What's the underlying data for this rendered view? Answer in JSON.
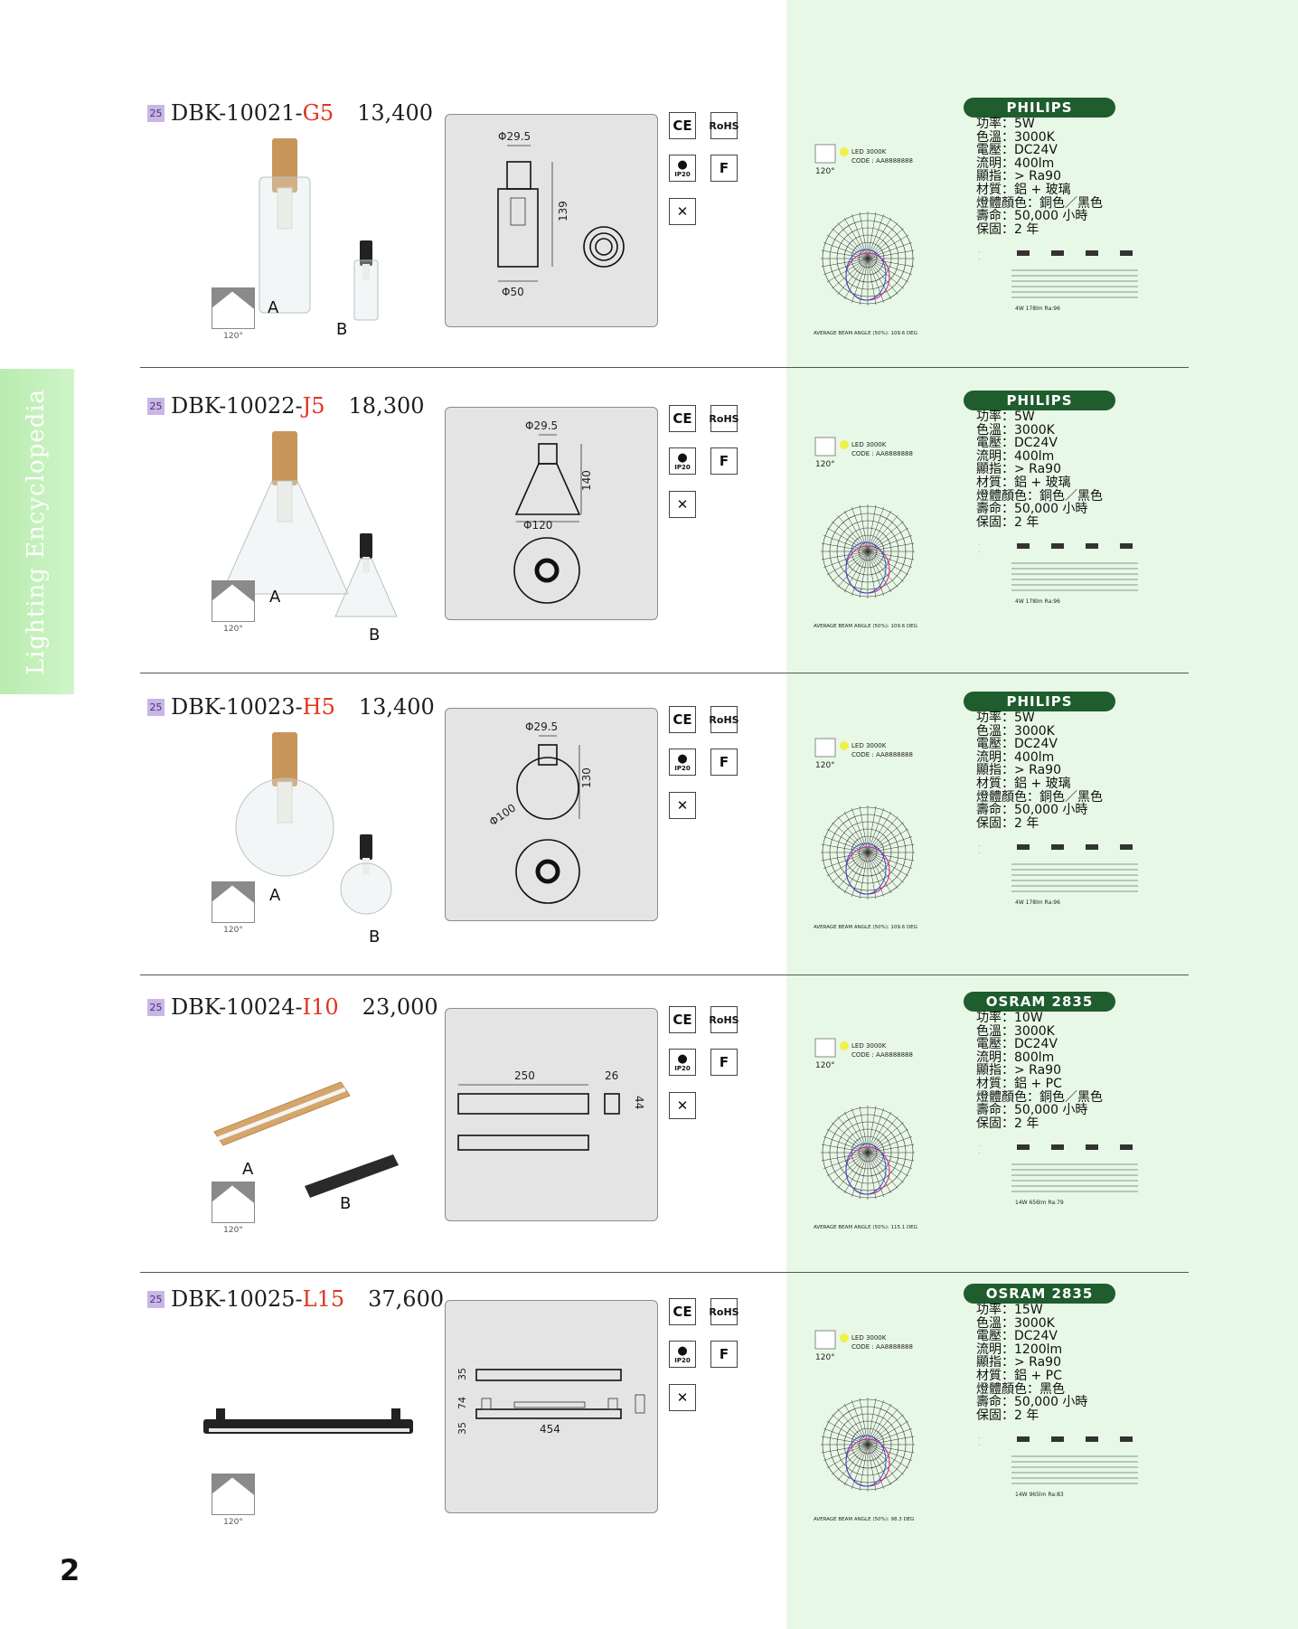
{
  "page": {
    "side_tab_text": "Lighting Encyclopedia",
    "page_number": "2"
  },
  "products": [
    {
      "badge": "25",
      "model": "DBK-10021-",
      "suffix": "G5",
      "price": "13,400",
      "label_a": "A",
      "label_b": "B",
      "beam_angle": "120°",
      "dims": [
        "Φ29.5",
        "139",
        "Φ50"
      ],
      "led_label": "LED 3000K",
      "code_label": "CODE : AA8888888",
      "beam_label": "120°",
      "brand": "PHILIPS",
      "specs": [
        "功率：5W",
        "色溫：3000K",
        "電壓：DC24V",
        "流明：400lm",
        "顯指：> Ra90",
        "材質：鋁 + 玻璃",
        "燈體顏色：銅色／黑色",
        "壽命：50,000 小時",
        "保固：2 年"
      ],
      "avg_beam": "AVERAGE BEAM ANGLE (50%): 109.6 DEG",
      "lm_note": "4W 178lm Ra:96"
    },
    {
      "badge": "25",
      "model": "DBK-10022-",
      "suffix": "J5",
      "price": "18,300",
      "label_a": "A",
      "label_b": "B",
      "beam_angle": "120°",
      "dims": [
        "Φ29.5",
        "140",
        "Φ120"
      ],
      "led_label": "LED 3000K",
      "code_label": "CODE : AA8888888",
      "beam_label": "120°",
      "brand": "PHILIPS",
      "specs": [
        "功率：5W",
        "色溫：3000K",
        "電壓：DC24V",
        "流明：400lm",
        "顯指：> Ra90",
        "材質：鋁 + 玻璃",
        "燈體顏色：銅色／黑色",
        "壽命：50,000 小時",
        "保固：2 年"
      ],
      "avg_beam": "AVERAGE BEAM ANGLE (50%): 109.6 DEG",
      "lm_note": "4W 178lm Ra:96"
    },
    {
      "badge": "25",
      "model": "DBK-10023-",
      "suffix": "H5",
      "price": "13,400",
      "label_a": "A",
      "label_b": "B",
      "beam_angle": "120°",
      "dims": [
        "Φ29.5",
        "130",
        "Φ100"
      ],
      "led_label": "LED 3000K",
      "code_label": "CODE : AA8888888",
      "beam_label": "120°",
      "brand": "PHILIPS",
      "specs": [
        "功率：5W",
        "色溫：3000K",
        "電壓：DC24V",
        "流明：400lm",
        "顯指：> Ra90",
        "材質：鋁 + 玻璃",
        "燈體顏色：銅色／黑色",
        "壽命：50,000 小時",
        "保固：2 年"
      ],
      "avg_beam": "AVERAGE BEAM ANGLE (50%): 109.6 DEG",
      "lm_note": "4W 178lm Ra:96"
    },
    {
      "badge": "25",
      "model": "DBK-10024-",
      "suffix": "I10",
      "price": "23,000",
      "label_a": "A",
      "label_b": "B",
      "beam_angle": "120°",
      "dims": [
        "250",
        "26",
        "44"
      ],
      "led_label": "LED 3000K",
      "code_label": "CODE : AA8888888",
      "beam_label": "120°",
      "brand": "OSRAM 2835",
      "specs": [
        "功率：10W",
        "色溫：3000K",
        "電壓：DC24V",
        "流明：800lm",
        "顯指：> Ra90",
        "材質：鋁 + PC",
        "燈體顏色：銅色／黑色",
        "壽命：50,000 小時",
        "保固：2 年"
      ],
      "avg_beam": "AVERAGE BEAM ANGLE (50%): 115.1 DEG",
      "lm_note": "14W 656lm Ra:79"
    },
    {
      "badge": "25",
      "model": "DBK-10025-",
      "suffix": "L15",
      "price": "37,600",
      "label_a": "",
      "label_b": "",
      "beam_angle": "120°",
      "dims": [
        "35",
        "74",
        "35",
        "454"
      ],
      "led_label": "LED 3000K",
      "code_label": "CODE : AA8888888",
      "beam_label": "120°",
      "brand": "OSRAM 2835",
      "specs": [
        "功率：15W",
        "色溫：3000K",
        "電壓：DC24V",
        "流明：1200lm",
        "顯指：> Ra90",
        "材質：鋁 + PC",
        "燈體顏色：黑色",
        "壽命：50,000 小時",
        "保固：2 年"
      ],
      "avg_beam": "AVERAGE BEAM ANGLE (50%): 98.3 DEG",
      "lm_note": "14W 965lm Ra:83"
    }
  ],
  "certs": {
    "ce": "CE",
    "rohs": "RoHS",
    "ip": "IP20",
    "f": "F",
    "weee": "✕"
  },
  "colors": {
    "brand_green": "#1f5c2e",
    "suffix_red": "#e0341d",
    "panel_green": "#e8f8e6",
    "badge_purple": "#c9b6e6"
  }
}
